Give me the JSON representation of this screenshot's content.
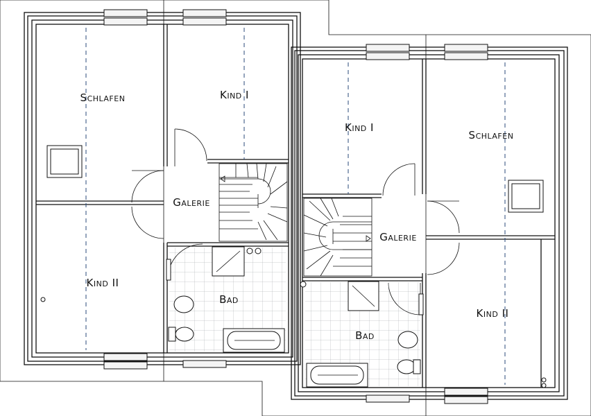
{
  "plan": {
    "house_left": {
      "rooms": {
        "schlafen": "Schlafen",
        "kind1": "Kind I",
        "kind2": "Kind II",
        "galerie": "Galerie",
        "bad": "Bad"
      }
    },
    "house_right": {
      "rooms": {
        "schlafen": "Schlafen",
        "kind1": "Kind I",
        "kind2": "Kind II",
        "galerie": "Galerie",
        "bad": "Bad"
      }
    },
    "colors": {
      "wall": "#111111",
      "slope_line": "#2a4a7a",
      "tile": "#9aa0a6"
    }
  }
}
